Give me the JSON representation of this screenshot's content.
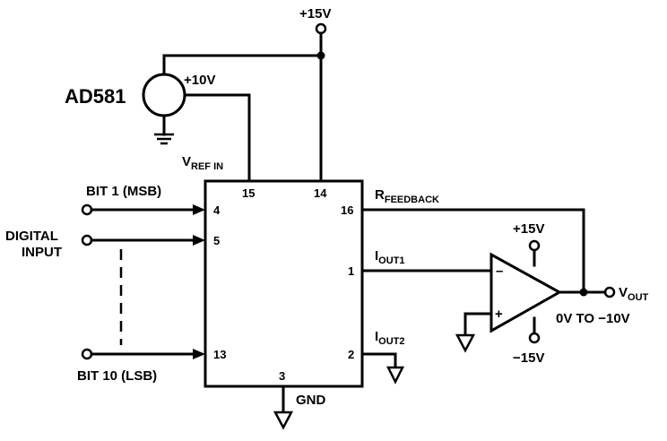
{
  "labels": {
    "plus15_top": "+15V",
    "ad581": "AD581",
    "plus10": "+10V",
    "vref_main": "V",
    "vref_sub": "REF IN",
    "bit1": "BIT 1 (MSB)",
    "digital_input_1": "DIGITAL",
    "digital_input_2": "INPUT",
    "bit10": "BIT 10 (LSB)",
    "rfb_main": "R",
    "rfb_sub": "FEEDBACK",
    "iout1_main": "I",
    "iout1_sub": "OUT1",
    "iout2_main": "I",
    "iout2_sub": "OUT2",
    "gnd": "GND",
    "opamp_plus15": "+15V",
    "opamp_minus15": "−15V",
    "vout_main": "V",
    "vout_sub": "OUT",
    "vout_range": "0V TO −10V",
    "opamp_minus": "–",
    "opamp_plus": "+"
  },
  "pins": {
    "p15": "15",
    "p14": "14",
    "p4": "4",
    "p16": "16",
    "p5": "5",
    "p1": "1",
    "p13": "13",
    "p2": "2",
    "p3": "3"
  }
}
